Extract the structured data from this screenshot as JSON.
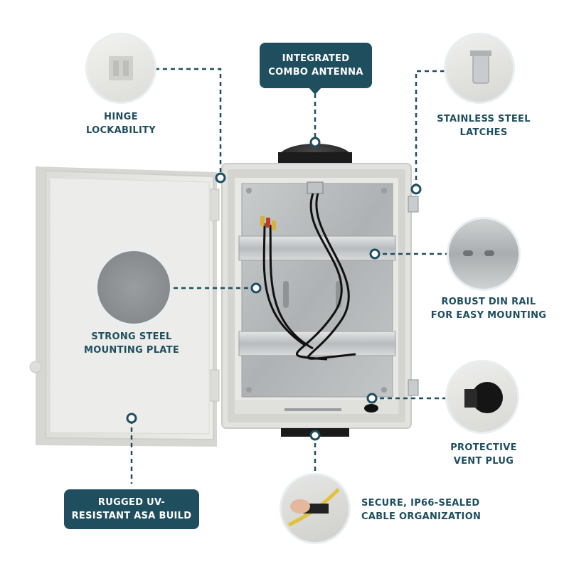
{
  "callouts": {
    "hinge": {
      "line1": "HINGE",
      "line2": "LOCKABILITY"
    },
    "antenna": {
      "line1": "INTEGRATED",
      "line2": "COMBO ANTENNA"
    },
    "latches": {
      "line1": "STAINLESS STEEL",
      "line2": "LATCHES"
    },
    "din_rail": {
      "line1": "ROBUST DIN RAIL",
      "line2": "FOR EASY MOUNTING"
    },
    "plate": {
      "line1": "STRONG STEEL",
      "line2": "MOUNTING PLATE"
    },
    "vent": {
      "line1": "PROTECTIVE",
      "line2": "VENT PLUG"
    },
    "build": {
      "line1": "RUGGED UV-",
      "line2": "RESISTANT ASA BUILD"
    },
    "cable": {
      "line1": "SECURE, IP66-SEALED",
      "line2": "CABLE ORGANIZATION"
    }
  },
  "colors": {
    "brand": "#1f4e5f",
    "enclosure": "#e4e4e1",
    "plate": "#b9bcbd"
  }
}
